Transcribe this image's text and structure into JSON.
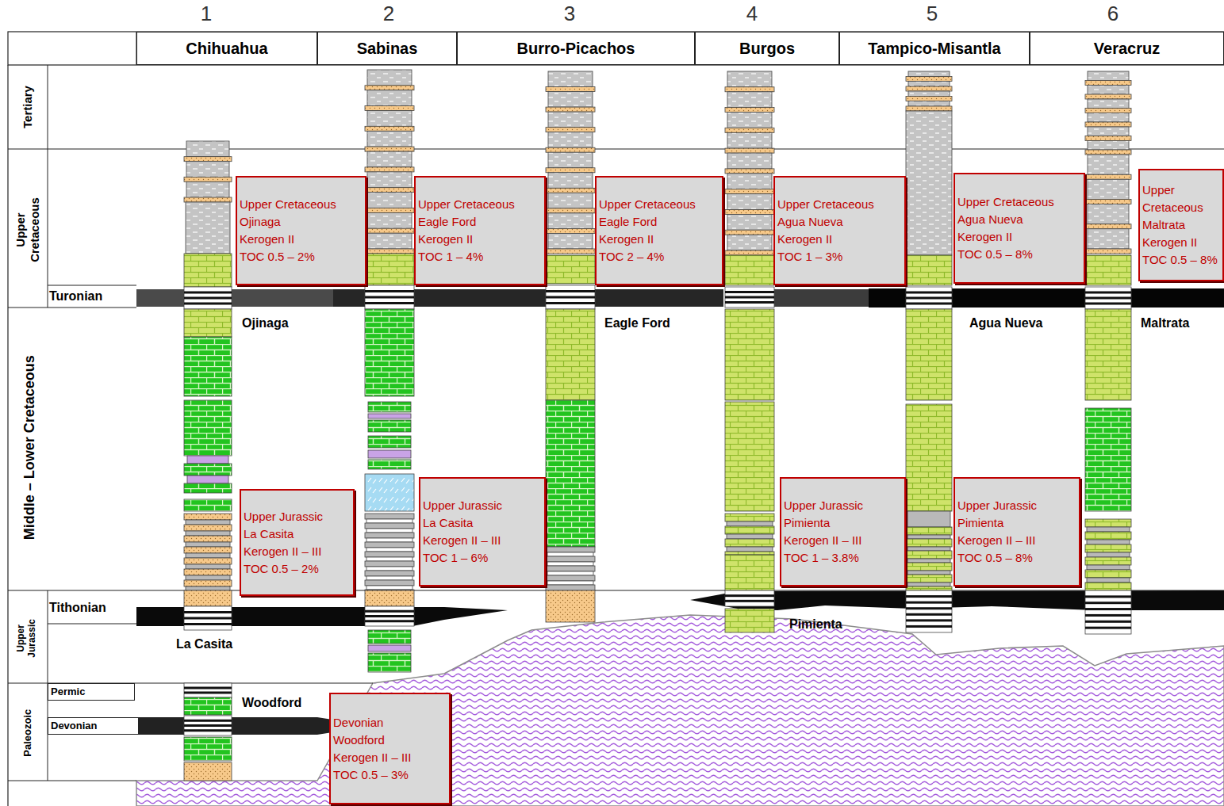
{
  "diagram": {
    "nodes": [
      {
        "text": [
          "Chihuahua"
        ]
      },
      {
        "text": [
          "Sabinas"
        ]
      },
      {
        "text": [
          "Burro-Picachos"
        ]
      },
      {
        "text": [
          "Burgos"
        ]
      },
      {
        "text": [
          "Tampico-Misantla"
        ]
      },
      {
        "text": [
          "Veracruz"
        ]
      },
      {
        "text": [
          "Upper Cretaceous",
          "Ojinaga",
          "Kerogen II",
          "TOC 0.5 – 2%"
        ]
      },
      {
        "text": [
          "Upper Cretaceous",
          "Eagle Ford",
          "Kerogen II",
          "TOC 1 – 4%"
        ]
      },
      {
        "text": [
          "Upper Cretaceous",
          "Eagle Ford",
          "Kerogen II",
          "TOC 2 – 4%"
        ]
      },
      {
        "text": [
          "Upper Cretaceous",
          "Agua Nueva",
          "Kerogen II",
          "TOC 1 – 3%"
        ]
      },
      {
        "text": [
          "Upper Cretaceous",
          "Agua Nueva",
          "Kerogen II",
          "TOC 0.5 – 8%"
        ]
      },
      {
        "text": [
          "Upper Cretaceous",
          "Maltrata",
          "Kerogen II",
          "TOC 0.5 – 8%"
        ]
      },
      {
        "text": [
          "Upper Jurassic",
          "La Casita",
          "Kerogen II – III",
          "TOC 0.5 – 2%"
        ]
      },
      {
        "text": [
          "Upper Jurassic",
          "La Casita",
          "Kerogen II – III",
          "TOC 1 – 6%"
        ]
      },
      {
        "text": [
          "Upper Jurassic",
          "Pimienta",
          "Kerogen II – III",
          "TOC 1 – 3.8%"
        ]
      },
      {
        "text": [
          "Upper Jurassic",
          "Pimienta",
          "Kerogen II – III",
          "TOC 0.5 – 8%"
        ]
      },
      {
        "text": [
          "Devonian",
          "Woodford",
          "Kerogen II – III",
          "TOC 0.5 – 3%"
        ]
      }
    ],
    "labels": [
      "1",
      "2",
      "3",
      "4",
      "5",
      "6",
      "Tertiary",
      "Upper Cretaceous",
      "Turonian",
      "Middle – Lower Cretaceous",
      "Tithonian",
      "Upper Jurassic",
      "Permic",
      "Devonian",
      "Paleozoic",
      "Ojinaga",
      "Eagle Ford",
      "Agua Nueva",
      "Maltrata",
      "La Casita",
      "Pimienta",
      "Woodford"
    ]
  }
}
